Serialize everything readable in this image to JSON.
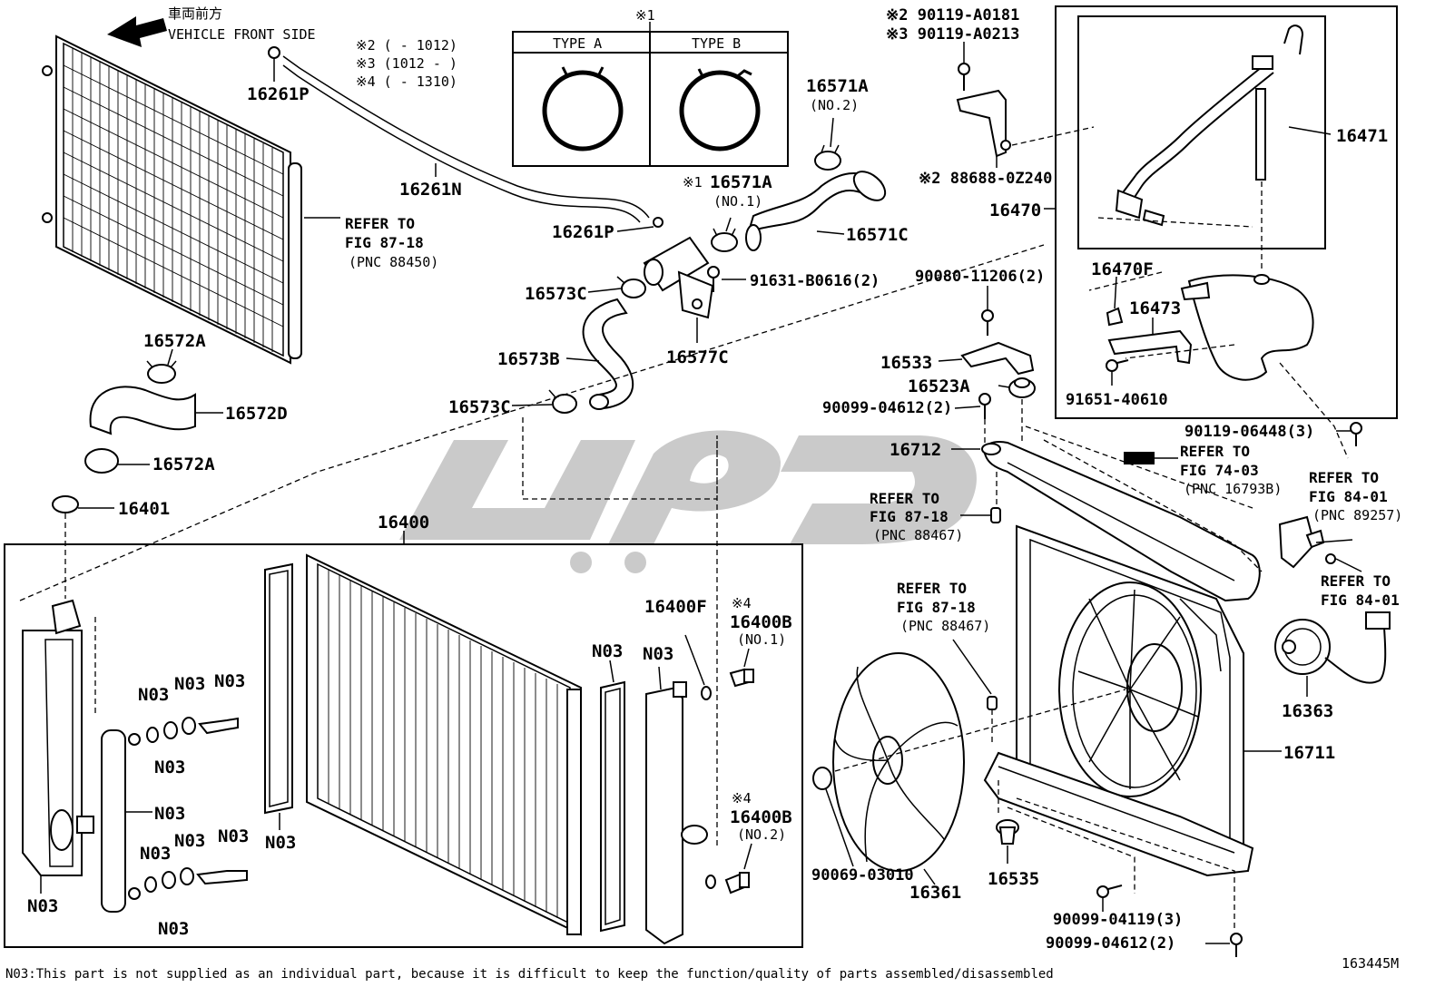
{
  "header": {
    "front_jp": "車両前方",
    "front_en": "VEHICLE FRONT SIDE"
  },
  "legend": {
    "marker": "※1",
    "type_a": "TYPE A",
    "type_b": "TYPE B"
  },
  "hose_notes": [
    "※2 (      - 1012)",
    "※3 (1012 -      )",
    "※4 (      - 1310)"
  ],
  "bolt_notes": [
    "※2 90119-A0181",
    "※3 90119-A0213",
    "※2 88688-0Z240"
  ],
  "parts": {
    "p16261P_top": "16261P",
    "p16261N": "16261N",
    "p16261P": "16261P",
    "p16571A_1": "16571A",
    "p16571A_1_note": "※1",
    "p16571A_1_sub": "(NO.1)",
    "p16571A_2": "16571A",
    "p16571A_2_sub": "(NO.2)",
    "p16571C": "16571C",
    "p16573C_top": "16573C",
    "p16573B": "16573B",
    "p16573C_bot": "16573C",
    "p16577C": "16577C",
    "p91631": "91631-B0616(2)",
    "p16572A_top": "16572A",
    "p16572D": "16572D",
    "p16572A_bot": "16572A",
    "p16401": "16401",
    "p16400": "16400",
    "p16400F": "16400F",
    "p16400B_1": "16400B",
    "p16400B_1_sub": "(NO.1)",
    "p16400B_2": "16400B",
    "p16400B_2_sub": "(NO.2)",
    "marker4": "※4",
    "p16471": "16471",
    "p16470": "16470",
    "p16470F": "16470F",
    "p16473": "16473",
    "p91651": "91651-40610",
    "p90080": "90080-11206(2)",
    "p16533": "16533",
    "p16523A": "16523A",
    "p90099_top": "90099-04612(2)",
    "p16712": "16712",
    "p90119": "90119-06448(3)",
    "p16711": "16711",
    "p16363": "16363",
    "p16361": "16361",
    "p16535": "16535",
    "p90069": "90069-03010",
    "p90099_mid": "90099-04119(3)",
    "p90099_bot": "90099-04612(2)",
    "n03": "N03"
  },
  "refs": {
    "r1": [
      "REFER TO",
      "FIG 87-18",
      "(PNC 88450)"
    ],
    "r2": [
      "REFER TO",
      "FIG 74-03",
      "(PNC 16793B)"
    ],
    "r3": [
      "REFER TO",
      "FIG 87-18",
      "(PNC 88467)"
    ],
    "r4": [
      "REFER TO",
      "FIG 84-01",
      "(PNC 89257)"
    ],
    "r5": [
      "REFER TO",
      "FIG 84-01"
    ],
    "r6": [
      "REFER TO",
      "FIG 87-18",
      "(PNC 88467)"
    ]
  },
  "footer": {
    "note": "N03:This part is not supplied as an individual part, because it is difficult to keep the function/quality of parts assembled/disassembled",
    "code": "163445M"
  }
}
